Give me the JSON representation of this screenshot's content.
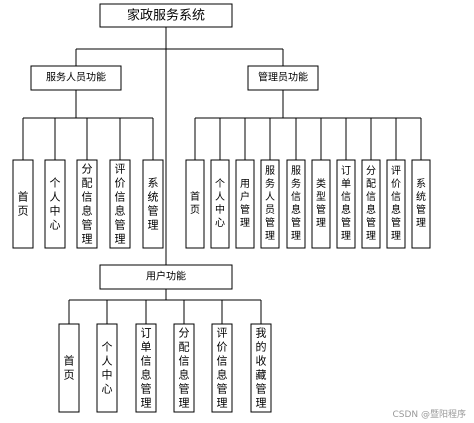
{
  "root": {
    "label": "家政服务系统"
  },
  "groups": [
    {
      "label": "服务人员功能",
      "items": [
        "首页",
        "个人中心",
        "分配信息管理",
        "评价信息管理",
        "系统管理"
      ]
    },
    {
      "label": "管理员功能",
      "items": [
        "首页",
        "个人中心",
        "用户管理",
        "服务人员管理",
        "服务信息管理",
        "类型管理",
        "订单信息管理",
        "分配信息管理",
        "评价信息管理",
        "系统管理"
      ]
    },
    {
      "label": "用户功能",
      "items": [
        "首页",
        "个人中心",
        "订单信息管理",
        "分配信息管理",
        "评价信息管理",
        "我的收藏管理"
      ]
    }
  ],
  "watermark": "CSDN @暨阳程序"
}
